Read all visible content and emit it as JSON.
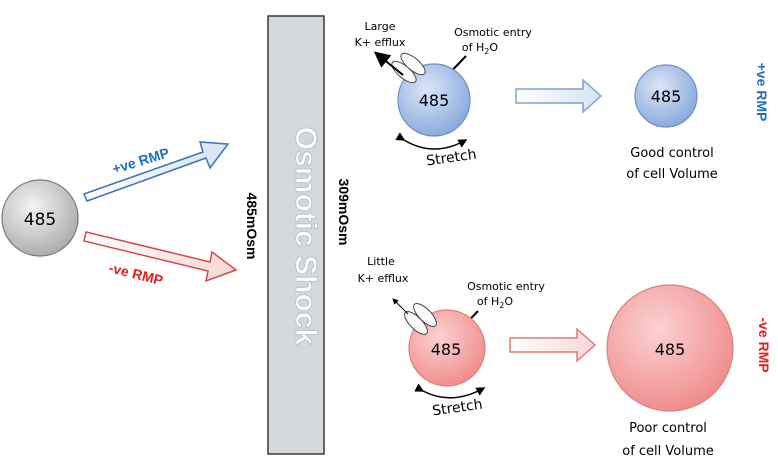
{
  "start_cell": {
    "value": "485"
  },
  "positive_path": {
    "label": "+ve RMP"
  },
  "negative_path": {
    "label": "-ve RMP"
  },
  "osmolarity_before": "485mOsm",
  "osmolarity_after": "309mOsm",
  "shock_label": "Osmotic Shock",
  "top_branch": {
    "efflux_line1": "Large",
    "efflux_line2": "K+ efflux",
    "entry_line1": "Osmotic entry",
    "entry_line2_prefix": "of H",
    "entry_line2_sub": "2",
    "entry_line2_suffix": "O",
    "cell_value": "485",
    "stretch_label": "Stretch",
    "result_value": "485",
    "result_line1": "Good control",
    "result_line2": "of cell Volume",
    "side_label": "+ve RMP"
  },
  "bottom_branch": {
    "efflux_line1": "Little",
    "efflux_line2": "K+ efflux",
    "entry_line1": "Osmotic entry",
    "entry_line2_prefix": "of H",
    "entry_line2_sub": "2",
    "entry_line2_suffix": "O",
    "cell_value": "485",
    "stretch_label": "Stretch",
    "result_value": "485",
    "result_line1": "Poor control",
    "result_line2": "of cell Volume",
    "side_label": "-ve RMP"
  },
  "colors": {
    "positive": "#1f6fbf",
    "negative": "#e02020"
  }
}
